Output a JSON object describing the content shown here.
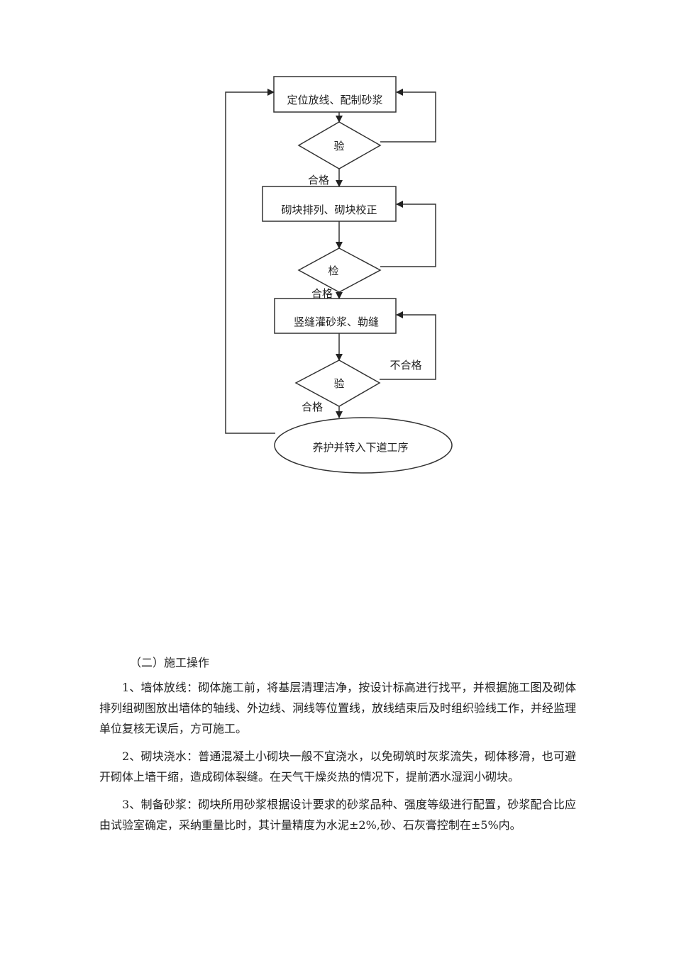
{
  "flowchart": {
    "step1": "定位放线、配制砂浆",
    "check1": "验",
    "pass1": "合格",
    "step2": "砌块排列、砌块校正",
    "check2": "检",
    "pass2": "合格",
    "step3": "竖缝灌砂浆、勒缝",
    "check3": "验",
    "fail3": "不合格",
    "pass3": "合格",
    "end": "养护并转入下道工序"
  },
  "section": {
    "heading": "（二）施工操作",
    "paragraphs": [
      "1、墙体放线：砌体施工前，将基层清理洁净，按设计标高进行找平，并根据施工图及砌体排列组砌图放出墙体的轴线、外边线、洞线等位置线，放线结束后及时组织验线工作，并经监理单位复核无误后，方可施工。",
      "2、砌块浇水：普通混凝土小砌块一般不宜浇水，以免砌筑时灰浆流失，砌体移滑，也可避开砌体上墙干缩，造成砌体裂缝。在天气干燥炎热的情况下，提前洒水湿润小砌块。",
      "3、制备砂浆：砌块所用砂浆根据设计要求的砂浆品种、强度等级进行配置，砂浆配合比应由试验室确定，采纳重量比时，其计量精度为水泥±2%,砂、石灰膏控制在±5%内。"
    ]
  }
}
